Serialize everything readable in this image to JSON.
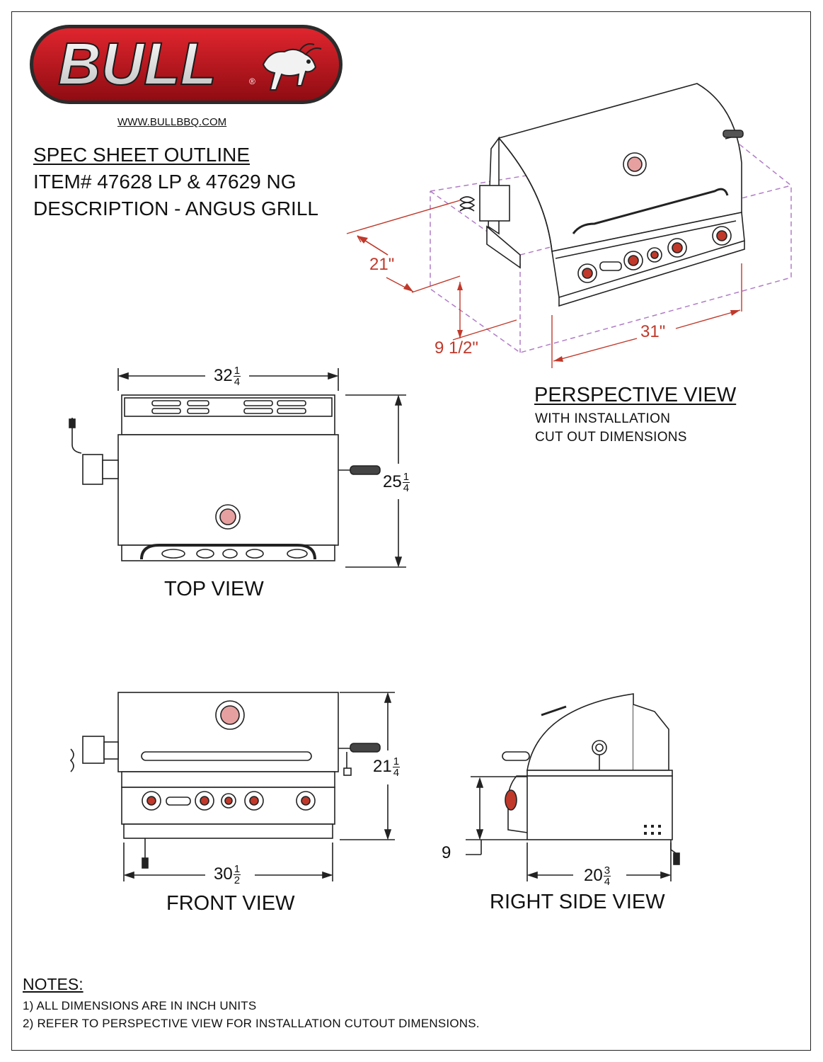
{
  "brand": {
    "logo_text": "BULL",
    "logo_mark": "®",
    "url": "WWW.BULLBBQ.COM"
  },
  "header": {
    "line1": "SPEC SHEET OUTLINE",
    "line2": "ITEM# 47628 LP & 47629 NG",
    "line3": "DESCRIPTION - ANGUS GRILL"
  },
  "perspective": {
    "title": "PERSPECTIVE VIEW",
    "sub1": "WITH INSTALLATION",
    "sub2": "CUT OUT DIMENSIONS",
    "dim_depth": "21\"",
    "dim_height": "9 1/2\"",
    "dim_width": "31\""
  },
  "top_view": {
    "label": "TOP VIEW",
    "width_whole": "32",
    "width_num": "1",
    "width_den": "4",
    "depth_whole": "25",
    "depth_num": "1",
    "depth_den": "4"
  },
  "front_view": {
    "label": "FRONT VIEW",
    "width_whole": "30",
    "width_num": "1",
    "width_den": "2",
    "height_whole": "21",
    "height_num": "1",
    "height_den": "4"
  },
  "side_view": {
    "label": "RIGHT SIDE VIEW",
    "height": "9",
    "depth_whole": "20",
    "depth_num": "3",
    "depth_den": "4"
  },
  "notes": {
    "heading": "NOTES:",
    "items": [
      "1)  ALL DIMENSIONS ARE IN INCH UNITS",
      "2)  REFER TO PERSPECTIVE VIEW FOR INSTALLATION CUTOUT DIMENSIONS."
    ]
  },
  "colors": {
    "brand_red": "#b5121b",
    "dim_red": "#c0392b",
    "cutout_purple": "#b07cc6"
  }
}
